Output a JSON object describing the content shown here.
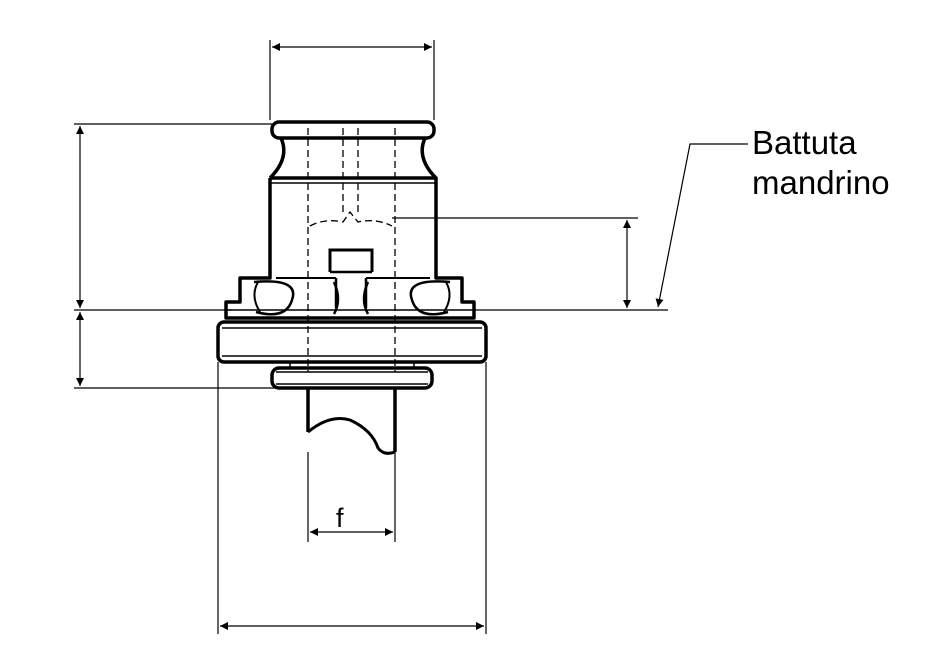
{
  "callout": {
    "line1": "Battuta",
    "line2": "mandrino"
  },
  "dimensions": {
    "f_label": "f"
  }
}
